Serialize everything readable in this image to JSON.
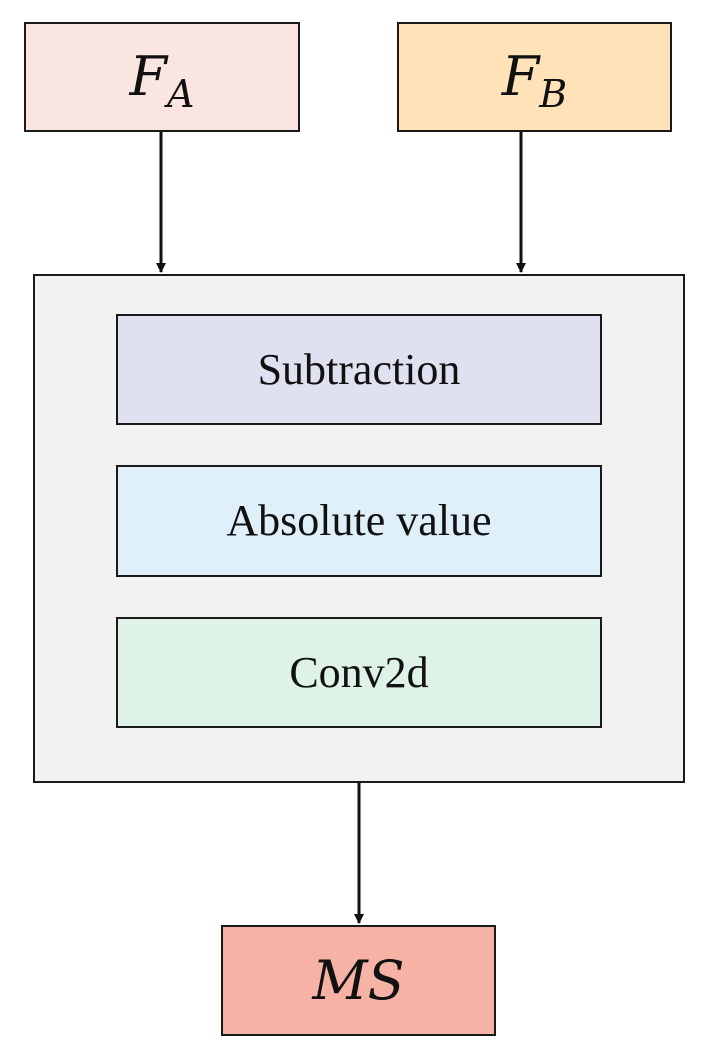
{
  "inputs": {
    "a": {
      "symbol": "F",
      "subscript": "A",
      "fill": "#fbe5e0"
    },
    "b": {
      "symbol": "F",
      "subscript": "B",
      "fill": "#ffe2b8"
    }
  },
  "module": {
    "fill": "#f2f2f2",
    "steps": [
      {
        "label": "Subtraction",
        "fill": "#e0e1f0"
      },
      {
        "label": "Absolute value",
        "fill": "#dff0fa"
      },
      {
        "label": "Conv2d",
        "fill": "#dff2e8"
      }
    ]
  },
  "output": {
    "label": "MS",
    "fill": "#f6b3a5"
  }
}
